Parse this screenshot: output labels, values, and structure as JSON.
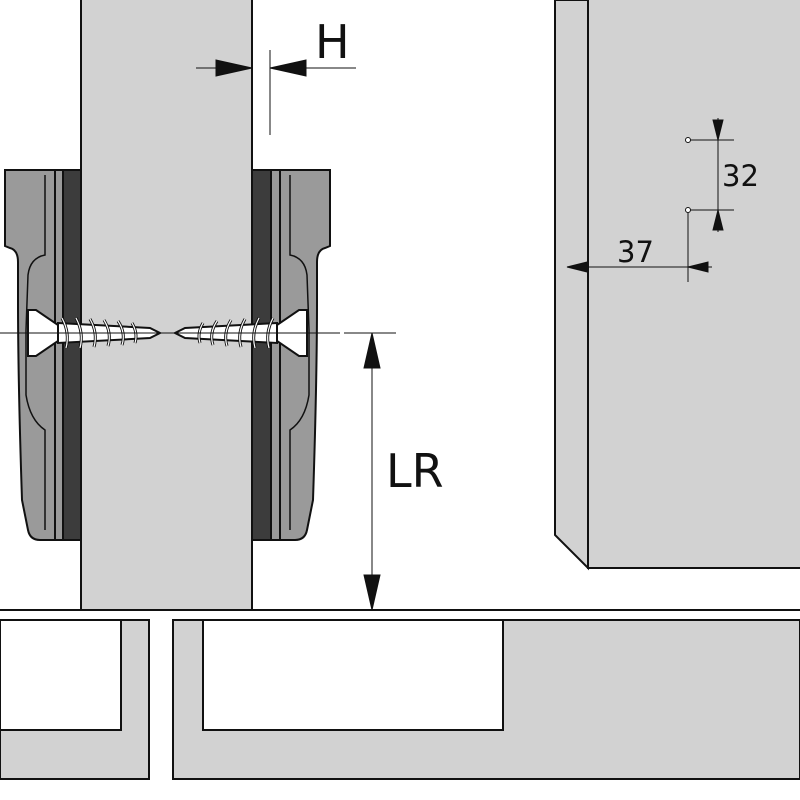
{
  "dimensions": {
    "h_label": "H",
    "lr_label": "LR",
    "hole_spacing_label": "32",
    "edge_distance_label": "37"
  },
  "colors": {
    "panel_fill": "#d2d2d2",
    "plate_fill": "#9a9a9a",
    "spacer_fill": "#3c3c3c",
    "outline": "#111111",
    "background": "#ffffff"
  }
}
